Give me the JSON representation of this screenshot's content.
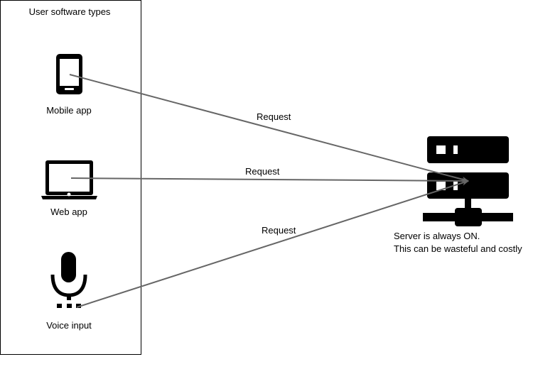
{
  "diagram": {
    "panel_title": "User software types",
    "clients": [
      {
        "label": "Mobile app",
        "icon": "mobile-phone-icon"
      },
      {
        "label": "Web app",
        "icon": "laptop-icon"
      },
      {
        "label": "Voice input",
        "icon": "microphone-icon"
      }
    ],
    "requests": [
      {
        "label": "Request",
        "from": "Mobile app"
      },
      {
        "label": "Request",
        "from": "Web app"
      },
      {
        "label": "Request",
        "from": "Voice input"
      }
    ],
    "server": {
      "icon": "server-icon",
      "caption_line_1": "Server is always ON.",
      "caption_line_2": "This can be wasteful and costly"
    },
    "colors": {
      "arrow": "#666666",
      "icon": "#000000",
      "border": "#000000"
    }
  }
}
